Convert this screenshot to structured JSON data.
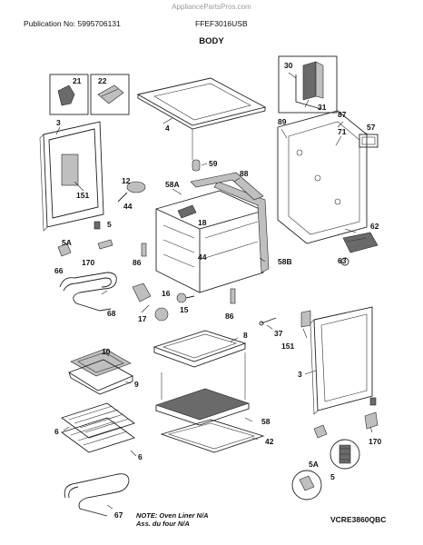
{
  "watermark": "AppliancePartsPros.com",
  "header": {
    "publication": "Publication No: 5995706131",
    "model": "FFEF3016USB",
    "section": "BODY"
  },
  "note": {
    "line1": "NOTE: Oven Liner N/A",
    "line2": "Ass. du four N/A"
  },
  "diagram_code": "VCRE3860QBC",
  "part_labels": {
    "p21": "21",
    "p22": "22",
    "p30": "30",
    "p31": "31",
    "p3a": "3",
    "p4": "4",
    "p87": "87",
    "p57": "57",
    "p89": "89",
    "p71": "71",
    "p59": "59",
    "p12": "12",
    "p88": "88",
    "p58a": "58A",
    "p44a": "44",
    "p151a": "151",
    "p18": "18",
    "p5a": "5",
    "p44b": "44",
    "p5aa": "5A",
    "p170a": "170",
    "p86a": "86",
    "p58b": "58B",
    "p62": "62",
    "p63": "63",
    "p66": "66",
    "p68": "68",
    "p16": "16",
    "p15": "15",
    "p17": "17",
    "p86b": "86",
    "p37": "37",
    "p151b": "151",
    "p8": "8",
    "p10": "10",
    "p9": "9",
    "p3b": "3",
    "p6a": "6",
    "p6b": "6",
    "p58": "58",
    "p42": "42",
    "p170b": "170",
    "p5ab": "5A",
    "p5b": "5",
    "p67": "67"
  }
}
